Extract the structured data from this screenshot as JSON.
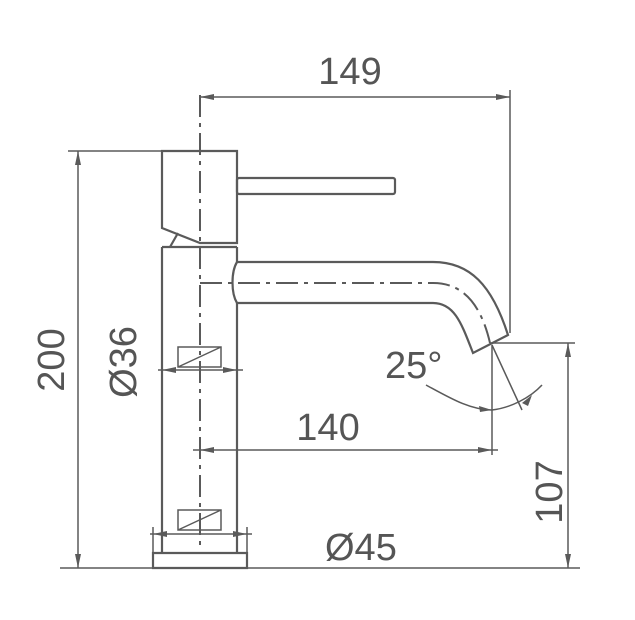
{
  "drawing": {
    "dimensions": {
      "overall_reach": "149",
      "overall_height": "200",
      "body_diameter": "Ø36",
      "spout_reach": "140",
      "spout_angle": "25°",
      "spout_height": "107",
      "base_diameter": "Ø45"
    }
  }
}
